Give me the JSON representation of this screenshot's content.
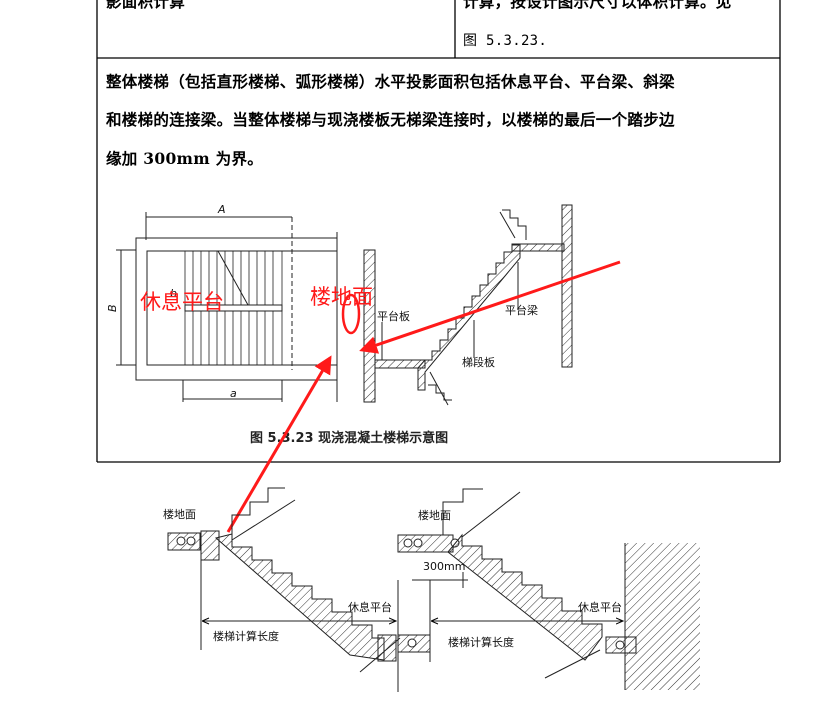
{
  "table": {
    "row1": {
      "left_text": "影面积计算",
      "right_line1": "计算，按设计图示尺寸以体积计算。见",
      "right_line2": "图 5.3.23."
    },
    "row2": {
      "line1": "整体楼梯（包括直形楼梯、弧形楼梯）水平投影面积包括休息平台、平台梁、斜梁",
      "line2": "和楼梯的连接梁。当整体楼梯与现浇楼板无梯梁连接时，以楼梯的最后一个踏步边",
      "line3": "缘加 300mm 为界。"
    }
  },
  "figure": {
    "caption": "图 5.3.23  现浇混凝土楼梯示意图",
    "dim_A": "A",
    "dim_B": "B",
    "dim_a": "a",
    "dim_b": "b",
    "label_platform_slab": "平台板",
    "label_platform_beam": "平台梁",
    "label_flight_slab": "梯段板",
    "annot_rest_platform": "休息平台",
    "annot_floor": "楼地面",
    "annot_color": "#ff1a1a"
  },
  "bottom_left": {
    "floor": "楼地面",
    "rest_platform": "休息平台",
    "calc_length": "楼梯计算长度"
  },
  "bottom_right": {
    "floor": "楼地面",
    "offset": "300mm",
    "rest_platform": "休息平台",
    "calc_length": "楼梯计算长度"
  }
}
